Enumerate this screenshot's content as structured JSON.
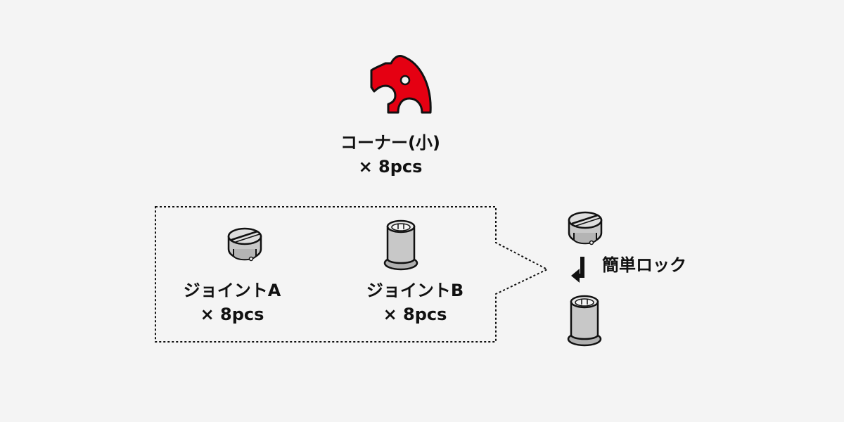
{
  "corner": {
    "name": "コーナー(小)",
    "qty": "× 8pcs"
  },
  "joint_a": {
    "name": "ジョイントA",
    "qty": "× 8pcs"
  },
  "joint_b": {
    "name": "ジョイントB",
    "qty": "× 8pcs"
  },
  "lock": {
    "label": "簡単ロック"
  },
  "colors": {
    "corner_fill": "#e50012",
    "outline": "#111111",
    "part_fill": "#c8c8c8",
    "background": "#f4f4f4"
  }
}
